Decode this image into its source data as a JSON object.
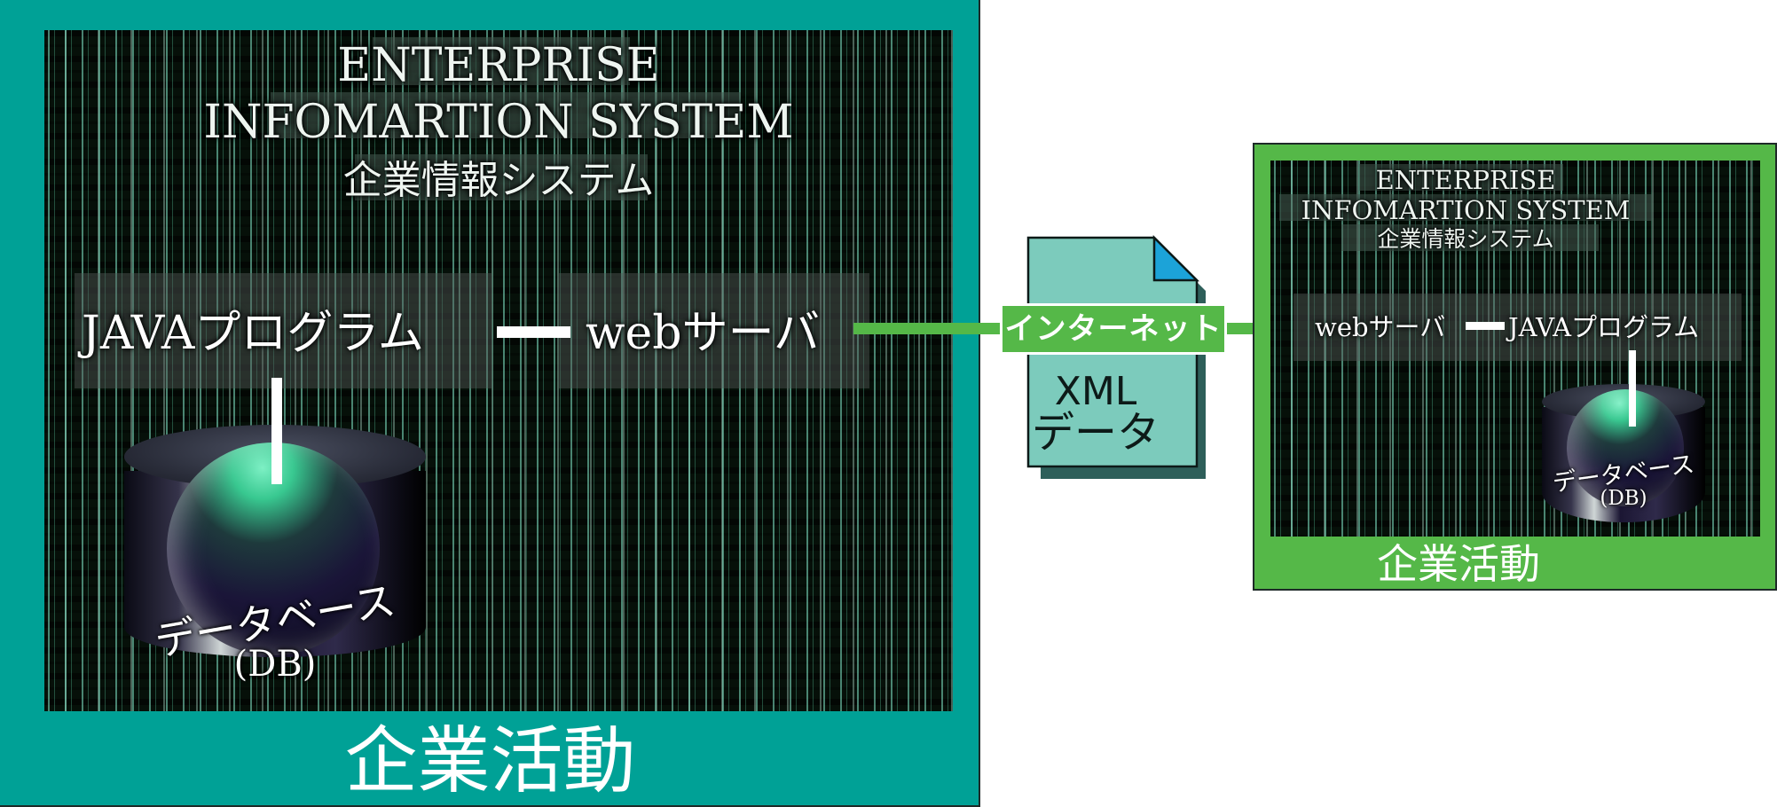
{
  "colors": {
    "left_panel": "#00a196",
    "right_panel": "#55b848",
    "internet_line": "#55b848",
    "document": "#7ccbbc",
    "document_corner": "#1ca3d8"
  },
  "left_system": {
    "title_line1": "ENTERPRISE",
    "title_line2": "INFOMARTION SYSTEM",
    "title_line3": "企業情報システム",
    "java_label": "JAVAプログラム",
    "web_label": "webサーバ",
    "db_label_line1": "データベース",
    "db_label_line2": "(DB)",
    "activity_label": "企業活動"
  },
  "right_system": {
    "title_line1": "ENTERPRISE",
    "title_line2": "INFOMARTION SYSTEM",
    "title_line3": "企業情報システム",
    "web_label": "webサーバ",
    "java_label": "JAVAプログラム",
    "db_label_line1": "データベース",
    "db_label_line2": "(DB)",
    "activity_label": "企業活動"
  },
  "internet": {
    "label": "インターネット"
  },
  "xml_document": {
    "line1": "XML",
    "line2": "データ"
  }
}
